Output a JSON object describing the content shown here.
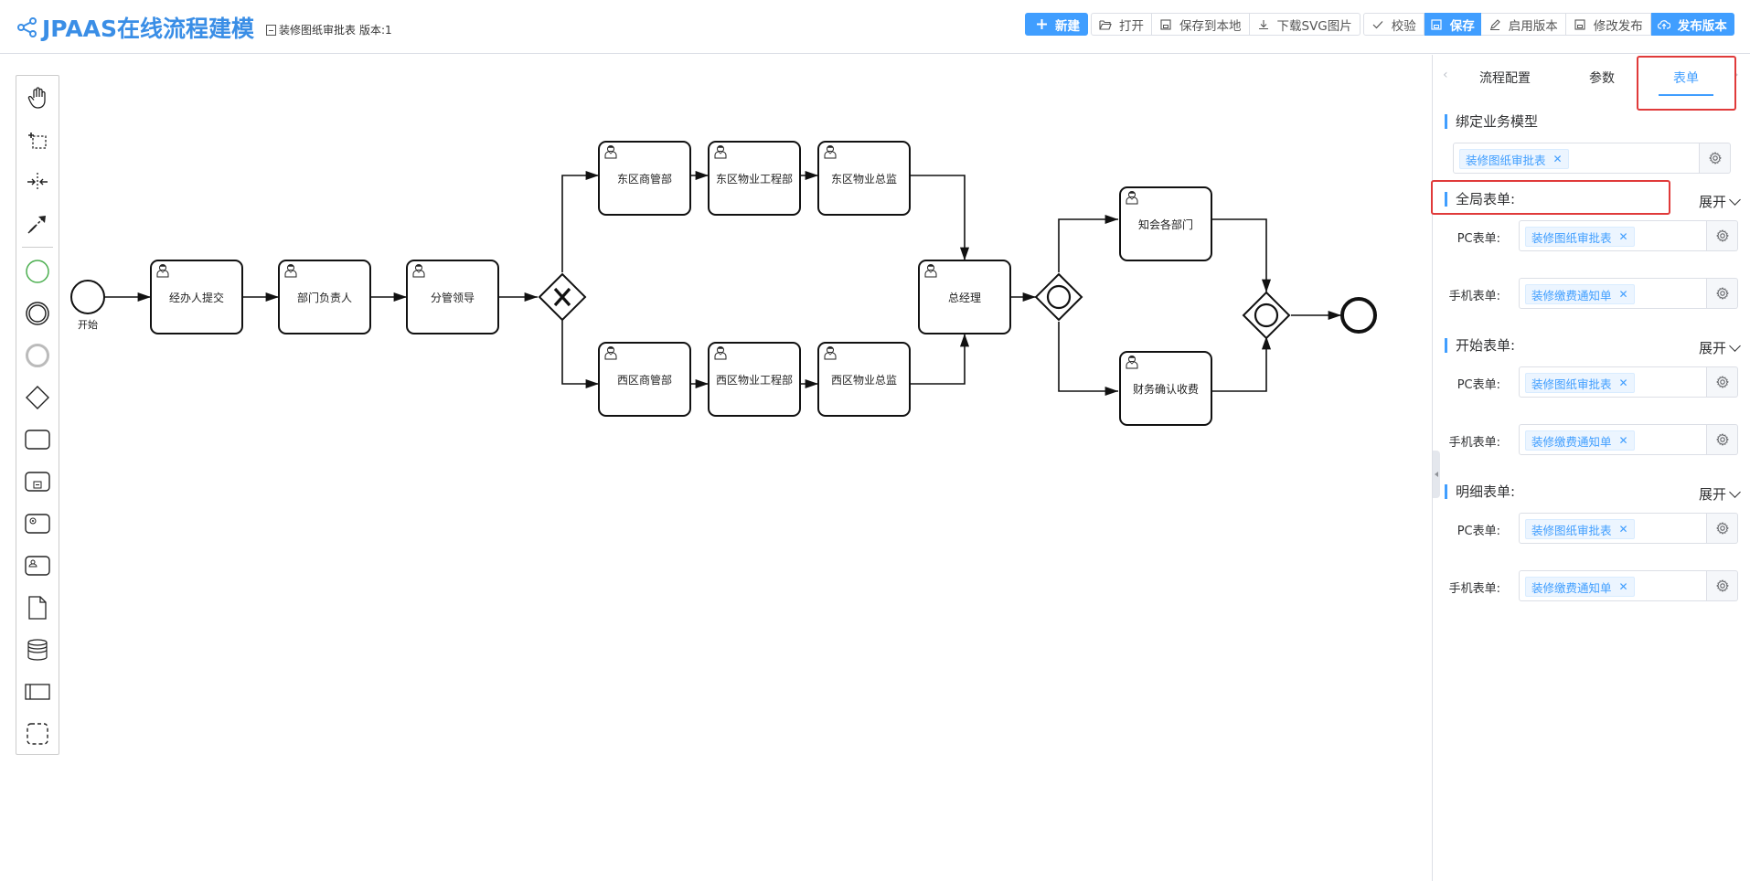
{
  "header": {
    "app_title": "JPAAS在线流程建模",
    "doc_name": "装修图纸审批表",
    "version_label": "版本:1",
    "toolbar": {
      "new": "新建",
      "open": "打开",
      "save_local": "保存到本地",
      "download_svg": "下载SVG图片",
      "validate": "校验",
      "save": "保存",
      "enable_version": "启用版本",
      "modify_publish": "修改发布",
      "publish_version": "发布版本"
    }
  },
  "colors": {
    "primary": "#409eff",
    "highlight": "#e03a3a",
    "start_event": "#4caf50"
  },
  "palette": [
    "hand-tool-icon",
    "lasso-tool-icon",
    "space-tool-icon",
    "connect-tool-icon",
    "start-event-icon",
    "intermediate-event-icon",
    "end-event-icon",
    "gateway-icon",
    "task-icon",
    "subprocess-icon",
    "service-task-icon",
    "user-task-icon",
    "data-object-icon",
    "data-store-icon",
    "pool-icon",
    "group-icon"
  ],
  "diagram": {
    "start_label": "开始",
    "tasks": {
      "t1": "经办人提交",
      "t2": "部门负责人",
      "t3": "分管领导",
      "e1": "东区商管部",
      "e2": "东区物业工程部",
      "e3": "东区物业总监",
      "w1": "西区商管部",
      "w2": "西区物业工程部",
      "w3": "西区物业总监",
      "gm": "总经理",
      "n1": "知会各部门",
      "f1": "财务确认收费"
    }
  },
  "panel": {
    "tabs": [
      "流程配置",
      "参数",
      "表单"
    ],
    "active_tab": "表单",
    "bind_model": {
      "title": "绑定业务模型",
      "value": "装修图纸审批表"
    },
    "sections": [
      {
        "title": "全局表单:",
        "expand": "展开",
        "pc_label": "PC表单:",
        "pc_value": "装修图纸审批表",
        "mobile_label": "手机表单:",
        "mobile_value": "装修缴费通知单"
      },
      {
        "title": "开始表单:",
        "expand": "展开",
        "pc_label": "PC表单:",
        "pc_value": "装修图纸审批表",
        "mobile_label": "手机表单:",
        "mobile_value": "装修缴费通知单"
      },
      {
        "title": "明细表单:",
        "expand": "展开",
        "pc_label": "PC表单:",
        "pc_value": "装修图纸审批表",
        "mobile_label": "手机表单:",
        "mobile_value": "装修缴费通知单"
      }
    ]
  }
}
